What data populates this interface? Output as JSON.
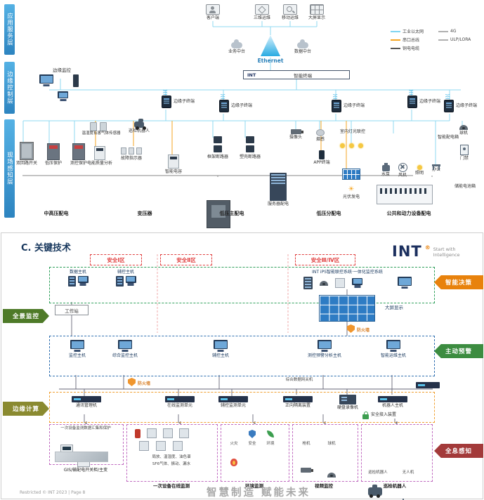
{
  "top": {
    "layers": [
      "应用服务层",
      "边缘控制层",
      "现场感知层"
    ],
    "apps": [
      "客户端",
      "三维运维",
      "移动运维",
      "大屏显示"
    ],
    "platforms": [
      "业务中台",
      "数据中台"
    ],
    "ethernet_label": "Ethernet",
    "smart_terminal": {
      "logo": "INT",
      "label": "智能终端"
    },
    "edge_monitor": "边缘监控",
    "edge_sub_terminal": "边缘子终端",
    "legend": [
      {
        "label": "工业以太网",
        "color": "#7fd4f0"
      },
      {
        "label": "4G",
        "color": "#b0b0b0"
      },
      {
        "label": "串口总线",
        "color": "#f5a623"
      },
      {
        "label": "ULP/LORA",
        "color": "#b0b0b0"
      },
      {
        "label": "铜电电缆",
        "color": "#555555"
      }
    ],
    "nodes": {
      "sensor_cluster": "温湿度有害气体传感器",
      "robot": "巡检机器人",
      "dual_loop": "双回路开关",
      "lv_protect": "低压保护",
      "ctrl_protect": "测控保护",
      "power_quality": "电能质量分析",
      "fault_indicator": "故障指示器",
      "smart_capacitor": "智能电容",
      "frame_breaker": "框架断路器",
      "molded_breaker": "塑壳断路器",
      "server_power": "服务器配电",
      "camera": "摄像头",
      "smoke": "烟感",
      "app_terminal": "APP终端",
      "light_ctrl": "室内灯光联控",
      "pv": "光伏发电",
      "pump": "水泵",
      "fan": "风机",
      "lighting": "照明",
      "office": "办公",
      "smart_panel": "智能配电箱",
      "dome_cam": "球机",
      "access": "门禁",
      "battery": "储能电池箱"
    },
    "sections": [
      "中高压配电",
      "变压器",
      "低压主配电",
      "低压分配电",
      "公共和动力设备配电"
    ]
  },
  "bottom": {
    "title": "C. 关键技术",
    "logo": {
      "name": "INT",
      "reg": "®",
      "tagline_1": "Start with",
      "tagline_2": "Intelligence"
    },
    "zones": [
      "安全Ⅰ区",
      "安全Ⅱ区",
      "安全Ⅲ/Ⅳ区"
    ],
    "row1": {
      "data_host": "数据主机",
      "aux_host": "辅控主机",
      "int_system": "INT iPS智能联控系统·一体化监控系统"
    },
    "workstation": "工作站",
    "video_wall": "大屏显示",
    "firewall": "防火墙",
    "row2": {
      "monitor_host": "监控主机",
      "integrated_host": "综合监控主机",
      "aux_host": "辅控主机",
      "warning_host": "测控预警分析主机",
      "om_host": "智能运维主机",
      "gateway": "综合数据网关机"
    },
    "row3": {
      "comm_manager": "通讯管理机",
      "online_unit": "在线监测单元",
      "aux_unit": "辅控监测单元",
      "isolation": "正向隔离装置",
      "dvr": "硬盘录像机",
      "robot_host": "机器人主机",
      "secure_access": "安全接入装置"
    },
    "groups": {
      "g1": {
        "title": "一次设备监测数据汇集和保护",
        "caption": "GIS/输配电开关柜/主变"
      },
      "g2": {
        "line1": "局放、温湿度、油色谱",
        "line2": "SF6气体、振动、漏水",
        "caption": "一次设备在线监测"
      },
      "g3": {
        "items": [
          "火灾",
          "安全",
          "环境"
        ],
        "caption": "环境监测"
      },
      "g4": {
        "items": [
          "枪机",
          "球机"
        ],
        "caption": "视频监控"
      },
      "g5": {
        "items": [
          "巡检机器人",
          "无人机"
        ],
        "caption": "巡检机器人"
      }
    },
    "ribbons": {
      "left": [
        "全景监控",
        "边缘计算"
      ],
      "right": [
        "智能决策",
        "主动预警",
        "全息感知"
      ]
    },
    "footer": {
      "restricted": "Restricted © INT 2023  |  Page 8",
      "slogan": "智慧制造  赋能未来"
    }
  },
  "colors": {
    "layer_bar": "#3d9bd4",
    "ethernet_blue": "#29abe2",
    "zone_red": "#e04040",
    "green_dashed": "#2ea05a",
    "blue_dashed": "#2f6fb0",
    "orange_dashed": "#f0a030",
    "purple_dashed": "#c06ac0",
    "ribbon_orange": "#e8820c",
    "ribbon_green": "#3c8c40",
    "ribbon_red": "#a33a3a",
    "ribbon_dark_green": "#4e7a28",
    "ribbon_olive": "#8a8a30",
    "navy": "#16365c"
  }
}
